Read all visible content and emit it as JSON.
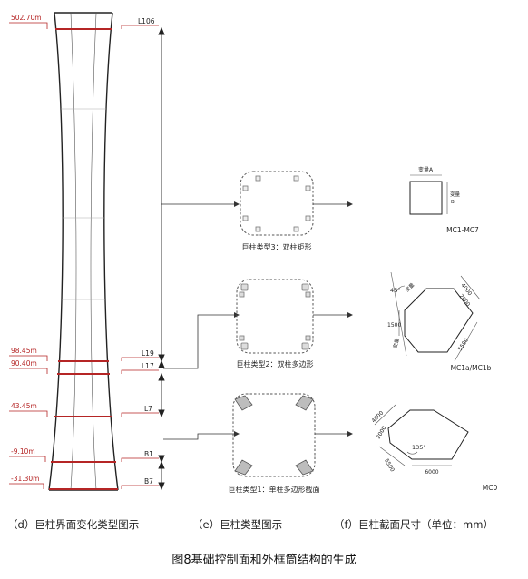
{
  "levels": {
    "left_labels": [
      "502.70m",
      "98.45m",
      "90.40m",
      "43.45m",
      "-9.10m",
      "-31.30m"
    ],
    "right_labels": [
      "L106",
      "L19",
      "L17",
      "L7",
      "B1",
      "B7"
    ]
  },
  "column_types": {
    "type3": "巨柱类型3：双柱矩形",
    "type2": "巨柱类型2：双柱多边形",
    "type1": "巨柱类型1：单柱多边形截面"
  },
  "dims": {
    "rect": {
      "top": "变量A",
      "side": "变量",
      "side2": "B",
      "name": "MC1-MC7"
    },
    "poly1": {
      "angle": "45°",
      "var1": "变量",
      "var2": "变量",
      "d4000": "4000",
      "d2000": "2000",
      "d1500": "1500",
      "d5500": "5500",
      "name": "MC1a/MC1b"
    },
    "poly2": {
      "d4000": "4000",
      "d2000": "2000",
      "d5500": "5500",
      "angle": "135°",
      "d6000": "6000",
      "name": "MC0"
    }
  },
  "captions": {
    "d": "（d）巨柱界面变化类型图示",
    "e": "（e）巨柱类型图示",
    "f": "（f）巨柱截面尺寸（单位：mm）"
  },
  "figure_title": "图8基础控制面和外框筒结构的生成",
  "colors": {
    "line": "#222222",
    "red": "#b52525",
    "gray": "#9a9a9a",
    "fill": "#d8d8d8"
  }
}
